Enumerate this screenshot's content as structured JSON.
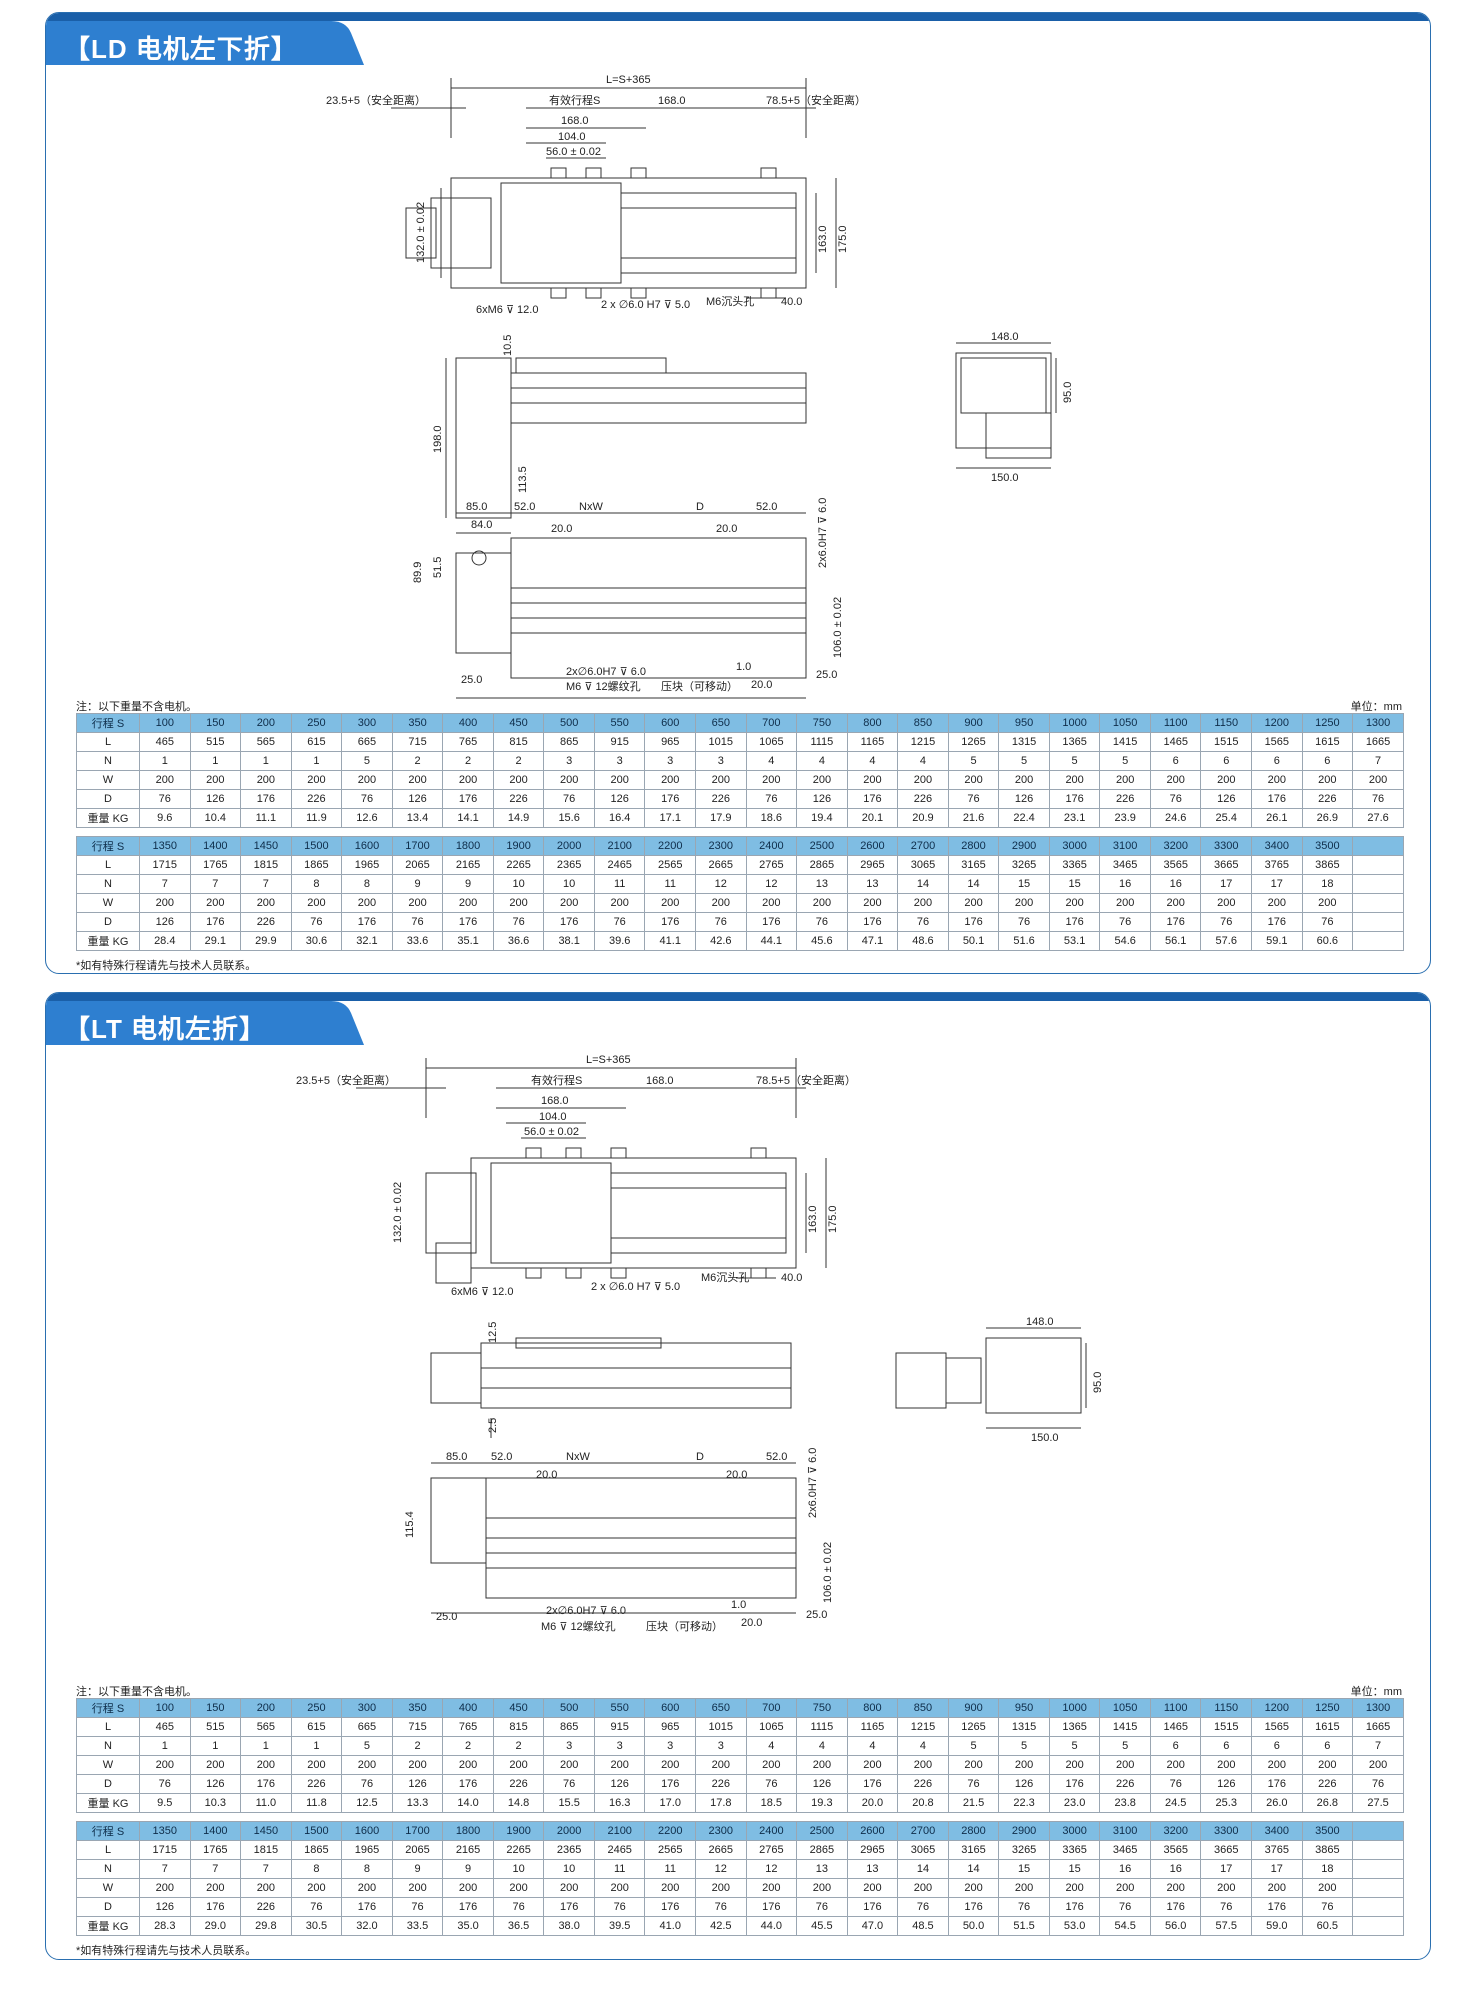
{
  "colors": {
    "accent": "#1a5fa8",
    "tab": "#2e7fd0",
    "table_header": "#7fbde3",
    "border": "#2a6fb0"
  },
  "sections": [
    {
      "title": "【LD 电机左下折】",
      "note": "注：以下重量不含电机。",
      "unit": "单位：mm",
      "footnote": "*如有特殊行程请先与技术人员联系。",
      "dims": {
        "overall": "L=S+365",
        "left_safety": "23.5+5（安全距离）",
        "effective": "有效行程S",
        "d168": "168.0",
        "right_safety": "78.5+5（安全距离）",
        "d168b": "168.0",
        "d104": "104.0",
        "d56": "56.0 ± 0.02",
        "d132": "132.0 ± 0.02",
        "d163": "163.0",
        "d175": "175.0",
        "m6_12": "6xM6 ⊽ 12.0",
        "pin": "2 x ∅6.0 H7 ⊽ 5.0",
        "m6_cb": "M6沉头孔",
        "d40": "40.0",
        "s_10_5": "10.5",
        "s_198": "198.0",
        "s_113_5": "113.5",
        "s_84": "84.0",
        "e_148": "148.0",
        "e_95": "95.0",
        "e_150": "150.0",
        "b_85": "85.0",
        "b_52": "52.0",
        "b_nxw": "NxW",
        "b_d": "D",
        "b_52b": "52.0",
        "b_20": "20.0",
        "b_20b": "20.0",
        "b_51_5": "51.5",
        "b_89_9": "89.9",
        "b_2x6": "2x6.0H7 ⊽ 6.0",
        "b_106": "106.0 ± 0.02",
        "b_25": "25.0",
        "b_pin": "2x∅6.0H7 ⊽ 6.0",
        "b_m6": "M6 ⊽ 12螺纹孔",
        "b_1": "1.0",
        "b_press": "压块（可移动）",
        "b_20c": "20.0",
        "b_25b": "25.0"
      },
      "rows1": [
        {
          "label": "行程 S",
          "cells": [
            "100",
            "150",
            "200",
            "250",
            "300",
            "350",
            "400",
            "450",
            "500",
            "550",
            "600",
            "650",
            "700",
            "750",
            "800",
            "850",
            "900",
            "950",
            "1000",
            "1050",
            "1100",
            "1150",
            "1200",
            "1250",
            "1300"
          ]
        },
        {
          "label": "L",
          "cells": [
            "465",
            "515",
            "565",
            "615",
            "665",
            "715",
            "765",
            "815",
            "865",
            "915",
            "965",
            "1015",
            "1065",
            "1115",
            "1165",
            "1215",
            "1265",
            "1315",
            "1365",
            "1415",
            "1465",
            "1515",
            "1565",
            "1615",
            "1665"
          ]
        },
        {
          "label": "N",
          "cells": [
            "1",
            "1",
            "1",
            "1",
            "5",
            "2",
            "2",
            "2",
            "3",
            "3",
            "3",
            "3",
            "4",
            "4",
            "4",
            "4",
            "5",
            "5",
            "5",
            "5",
            "6",
            "6",
            "6",
            "6",
            "7"
          ]
        },
        {
          "label": "W",
          "cells": [
            "200",
            "200",
            "200",
            "200",
            "200",
            "200",
            "200",
            "200",
            "200",
            "200",
            "200",
            "200",
            "200",
            "200",
            "200",
            "200",
            "200",
            "200",
            "200",
            "200",
            "200",
            "200",
            "200",
            "200",
            "200"
          ]
        },
        {
          "label": "D",
          "cells": [
            "76",
            "126",
            "176",
            "226",
            "76",
            "126",
            "176",
            "226",
            "76",
            "126",
            "176",
            "226",
            "76",
            "126",
            "176",
            "226",
            "76",
            "126",
            "176",
            "226",
            "76",
            "126",
            "176",
            "226",
            "76"
          ]
        },
        {
          "label": "重量 KG",
          "cells": [
            "9.6",
            "10.4",
            "11.1",
            "11.9",
            "12.6",
            "13.4",
            "14.1",
            "14.9",
            "15.6",
            "16.4",
            "17.1",
            "17.9",
            "18.6",
            "19.4",
            "20.1",
            "20.9",
            "21.6",
            "22.4",
            "23.1",
            "23.9",
            "24.6",
            "25.4",
            "26.1",
            "26.9",
            "27.6"
          ]
        }
      ],
      "rows2": [
        {
          "label": "行程 S",
          "cells": [
            "1350",
            "1400",
            "1450",
            "1500",
            "1600",
            "1700",
            "1800",
            "1900",
            "2000",
            "2100",
            "2200",
            "2300",
            "2400",
            "2500",
            "2600",
            "2700",
            "2800",
            "2900",
            "3000",
            "3100",
            "3200",
            "3300",
            "3400",
            "3500",
            ""
          ]
        },
        {
          "label": "L",
          "cells": [
            "1715",
            "1765",
            "1815",
            "1865",
            "1965",
            "2065",
            "2165",
            "2265",
            "2365",
            "2465",
            "2565",
            "2665",
            "2765",
            "2865",
            "2965",
            "3065",
            "3165",
            "3265",
            "3365",
            "3465",
            "3565",
            "3665",
            "3765",
            "3865",
            ""
          ]
        },
        {
          "label": "N",
          "cells": [
            "7",
            "7",
            "7",
            "8",
            "8",
            "9",
            "9",
            "10",
            "10",
            "11",
            "11",
            "12",
            "12",
            "13",
            "13",
            "14",
            "14",
            "15",
            "15",
            "16",
            "16",
            "17",
            "17",
            "18",
            ""
          ]
        },
        {
          "label": "W",
          "cells": [
            "200",
            "200",
            "200",
            "200",
            "200",
            "200",
            "200",
            "200",
            "200",
            "200",
            "200",
            "200",
            "200",
            "200",
            "200",
            "200",
            "200",
            "200",
            "200",
            "200",
            "200",
            "200",
            "200",
            "200",
            ""
          ]
        },
        {
          "label": "D",
          "cells": [
            "126",
            "176",
            "226",
            "76",
            "176",
            "76",
            "176",
            "76",
            "176",
            "76",
            "176",
            "76",
            "176",
            "76",
            "176",
            "76",
            "176",
            "76",
            "176",
            "76",
            "176",
            "76",
            "176",
            "76",
            ""
          ]
        },
        {
          "label": "重量 KG",
          "cells": [
            "28.4",
            "29.1",
            "29.9",
            "30.6",
            "32.1",
            "33.6",
            "35.1",
            "36.6",
            "38.1",
            "39.6",
            "41.1",
            "42.6",
            "44.1",
            "45.6",
            "47.1",
            "48.6",
            "50.1",
            "51.6",
            "53.1",
            "54.6",
            "56.1",
            "57.6",
            "59.1",
            "60.6",
            ""
          ]
        }
      ]
    },
    {
      "title": "【LT 电机左折】",
      "note": "注：以下重量不含电机。",
      "unit": "单位：mm",
      "footnote": "*如有特殊行程请先与技术人员联系。",
      "dims": {
        "overall": "L=S+365",
        "left_safety": "23.5+5（安全距离）",
        "effective": "有效行程S",
        "d168": "168.0",
        "right_safety": "78.5+5（安全距离）",
        "d168b": "168.0",
        "d104": "104.0",
        "d56": "56.0 ± 0.02",
        "d132": "132.0 ± 0.02",
        "d163": "163.0",
        "d175": "175.0",
        "m6_12": "6xM6 ⊽ 12.0",
        "pin": "2 x ∅6.0 H7 ⊽ 5.0",
        "m6_cb": "M6沉头孔",
        "d40": "40.0",
        "s_12_5": "12.5",
        "s_2_5": "2.5",
        "e_148": "148.0",
        "e_95": "95.0",
        "e_150": "150.0",
        "b_85": "85.0",
        "b_52": "52.0",
        "b_nxw": "NxW",
        "b_d": "D",
        "b_52b": "52.0",
        "b_20": "20.0",
        "b_20b": "20.0",
        "b_115_4": "115.4",
        "b_2x6": "2x6.0H7 ⊽ 6.0",
        "b_106": "106.0 ± 0.02",
        "b_25": "25.0",
        "b_pin": "2x∅6.0H7 ⊽ 6.0",
        "b_m6": "M6 ⊽ 12螺纹孔",
        "b_1": "1.0",
        "b_press": "压块（可移动）",
        "b_20c": "20.0",
        "b_25b": "25.0"
      },
      "rows1": [
        {
          "label": "行程 S",
          "cells": [
            "100",
            "150",
            "200",
            "250",
            "300",
            "350",
            "400",
            "450",
            "500",
            "550",
            "600",
            "650",
            "700",
            "750",
            "800",
            "850",
            "900",
            "950",
            "1000",
            "1050",
            "1100",
            "1150",
            "1200",
            "1250",
            "1300"
          ]
        },
        {
          "label": "L",
          "cells": [
            "465",
            "515",
            "565",
            "615",
            "665",
            "715",
            "765",
            "815",
            "865",
            "915",
            "965",
            "1015",
            "1065",
            "1115",
            "1165",
            "1215",
            "1265",
            "1315",
            "1365",
            "1415",
            "1465",
            "1515",
            "1565",
            "1615",
            "1665"
          ]
        },
        {
          "label": "N",
          "cells": [
            "1",
            "1",
            "1",
            "1",
            "5",
            "2",
            "2",
            "2",
            "3",
            "3",
            "3",
            "3",
            "4",
            "4",
            "4",
            "4",
            "5",
            "5",
            "5",
            "5",
            "6",
            "6",
            "6",
            "6",
            "7"
          ]
        },
        {
          "label": "W",
          "cells": [
            "200",
            "200",
            "200",
            "200",
            "200",
            "200",
            "200",
            "200",
            "200",
            "200",
            "200",
            "200",
            "200",
            "200",
            "200",
            "200",
            "200",
            "200",
            "200",
            "200",
            "200",
            "200",
            "200",
            "200",
            "200"
          ]
        },
        {
          "label": "D",
          "cells": [
            "76",
            "126",
            "176",
            "226",
            "76",
            "126",
            "176",
            "226",
            "76",
            "126",
            "176",
            "226",
            "76",
            "126",
            "176",
            "226",
            "76",
            "126",
            "176",
            "226",
            "76",
            "126",
            "176",
            "226",
            "76"
          ]
        },
        {
          "label": "重量 KG",
          "cells": [
            "9.5",
            "10.3",
            "11.0",
            "11.8",
            "12.5",
            "13.3",
            "14.0",
            "14.8",
            "15.5",
            "16.3",
            "17.0",
            "17.8",
            "18.5",
            "19.3",
            "20.0",
            "20.8",
            "21.5",
            "22.3",
            "23.0",
            "23.8",
            "24.5",
            "25.3",
            "26.0",
            "26.8",
            "27.5"
          ]
        }
      ],
      "rows2": [
        {
          "label": "行程 S",
          "cells": [
            "1350",
            "1400",
            "1450",
            "1500",
            "1600",
            "1700",
            "1800",
            "1900",
            "2000",
            "2100",
            "2200",
            "2300",
            "2400",
            "2500",
            "2600",
            "2700",
            "2800",
            "2900",
            "3000",
            "3100",
            "3200",
            "3300",
            "3400",
            "3500",
            ""
          ]
        },
        {
          "label": "L",
          "cells": [
            "1715",
            "1765",
            "1815",
            "1865",
            "1965",
            "2065",
            "2165",
            "2265",
            "2365",
            "2465",
            "2565",
            "2665",
            "2765",
            "2865",
            "2965",
            "3065",
            "3165",
            "3265",
            "3365",
            "3465",
            "3565",
            "3665",
            "3765",
            "3865",
            ""
          ]
        },
        {
          "label": "N",
          "cells": [
            "7",
            "7",
            "7",
            "8",
            "8",
            "9",
            "9",
            "10",
            "10",
            "11",
            "11",
            "12",
            "12",
            "13",
            "13",
            "14",
            "14",
            "15",
            "15",
            "16",
            "16",
            "17",
            "17",
            "18",
            ""
          ]
        },
        {
          "label": "W",
          "cells": [
            "200",
            "200",
            "200",
            "200",
            "200",
            "200",
            "200",
            "200",
            "200",
            "200",
            "200",
            "200",
            "200",
            "200",
            "200",
            "200",
            "200",
            "200",
            "200",
            "200",
            "200",
            "200",
            "200",
            "200",
            ""
          ]
        },
        {
          "label": "D",
          "cells": [
            "126",
            "176",
            "226",
            "76",
            "176",
            "76",
            "176",
            "76",
            "176",
            "76",
            "176",
            "76",
            "176",
            "76",
            "176",
            "76",
            "176",
            "76",
            "176",
            "76",
            "176",
            "76",
            "176",
            "76",
            ""
          ]
        },
        {
          "label": "重量 KG",
          "cells": [
            "28.3",
            "29.0",
            "29.8",
            "30.5",
            "32.0",
            "33.5",
            "35.0",
            "36.5",
            "38.0",
            "39.5",
            "41.0",
            "42.5",
            "44.0",
            "45.5",
            "47.0",
            "48.5",
            "50.0",
            "51.5",
            "53.0",
            "54.5",
            "56.0",
            "57.5",
            "59.0",
            "60.5",
            ""
          ]
        }
      ]
    }
  ]
}
